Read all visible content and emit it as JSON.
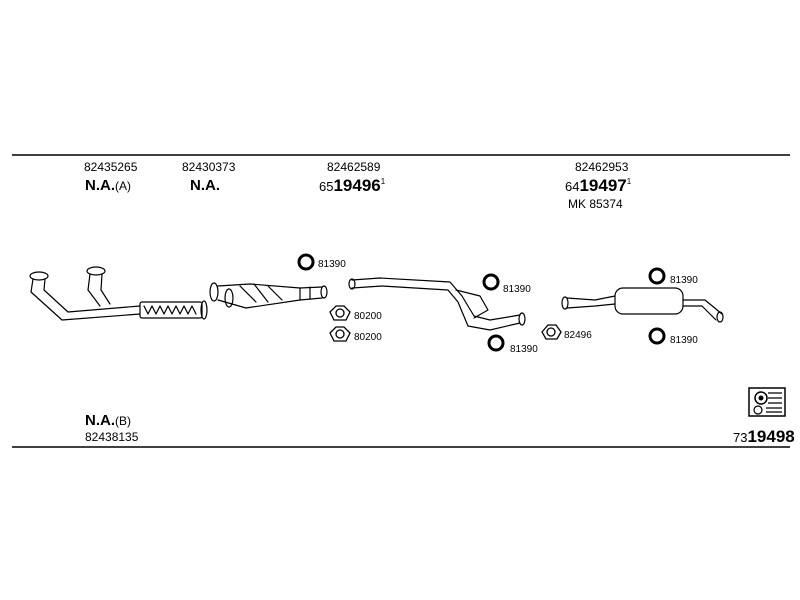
{
  "columns": [
    {
      "part_number": "82435265",
      "na": "N.A.",
      "na_suffix": "(A)"
    },
    {
      "part_number": "82430373",
      "na": "N.A."
    },
    {
      "part_number": "82462589",
      "ref_prefix": "65",
      "ref_main": "19496",
      "ref_sup": "1"
    },
    {
      "part_number": "82462953",
      "ref_prefix": "64",
      "ref_main": "19497",
      "ref_sup": "1",
      "kit": "MK  85374"
    }
  ],
  "bottom_left": {
    "na": "N.A.",
    "na_suffix": "(B)",
    "part_number": "82438135"
  },
  "bottom_right": {
    "ref_prefix": "73",
    "ref_main": "19498",
    "logo_icon": "catalog-logo-icon"
  },
  "callouts": {
    "ring_1": "81390",
    "gasket_1": "80200",
    "gasket_2": "80200",
    "ring_2": "81390",
    "ring_3": "81390",
    "gasket_3": "82496",
    "ring_4": "81390",
    "ring_5": "81390"
  }
}
